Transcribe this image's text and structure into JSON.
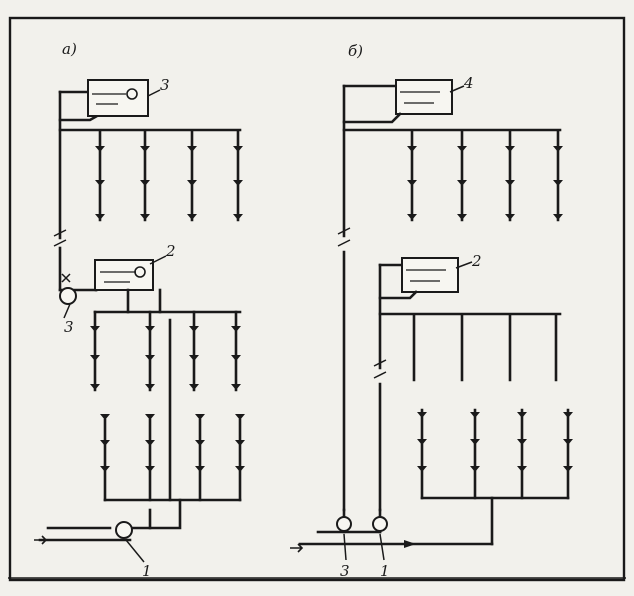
{
  "scheme_a": {
    "label": "а)",
    "callouts": {
      "tank_top": "3",
      "tank_mid": "2",
      "pump_mid": "3",
      "pump_bottom": "1"
    }
  },
  "scheme_b": {
    "label": "б)",
    "callouts": {
      "tank_top": "4",
      "tank_mid": "2",
      "pump_left": "3",
      "pump_right": "1"
    }
  }
}
